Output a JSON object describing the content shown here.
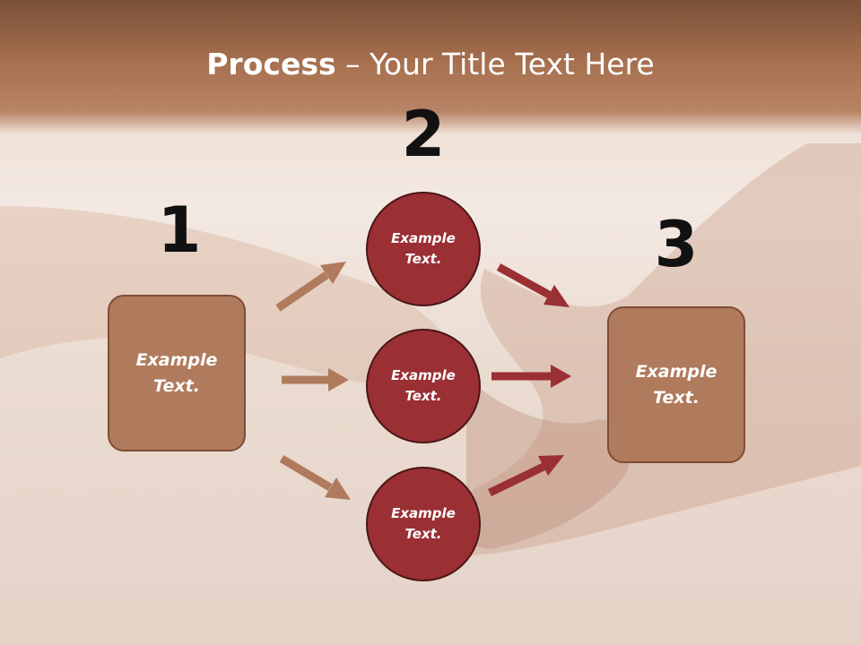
{
  "title": {
    "bold": "Process",
    "rest": " – Your Title Text Here"
  },
  "steps": [
    {
      "number": "1",
      "text_line1": "Example",
      "text_line2": "Text."
    },
    {
      "number": "2"
    },
    {
      "number": "3",
      "text_line1": "Example",
      "text_line2": "Text."
    }
  ],
  "circles": [
    {
      "line1": "Example",
      "line2": "Text."
    },
    {
      "line1": "Example",
      "line2": "Text."
    },
    {
      "line1": "Example",
      "line2": "Text."
    }
  ],
  "colors": {
    "box_fill": "#b07a5c",
    "circle_fill": "#9a2f34",
    "arrow_left": "#b07a5c",
    "arrow_right": "#9a2f34",
    "title_band": "#a7704f"
  }
}
